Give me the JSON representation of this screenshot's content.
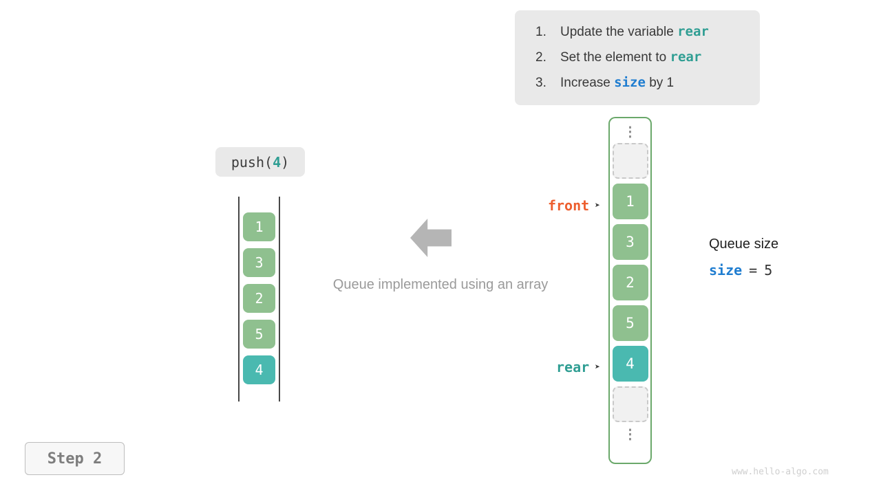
{
  "instructions": {
    "items": [
      {
        "num": "1.",
        "pre": "Update the variable ",
        "code": "rear",
        "post": ""
      },
      {
        "num": "2.",
        "pre": "Set the element to ",
        "code": "rear",
        "post": ""
      },
      {
        "num": "3.",
        "pre": "Increase ",
        "code": "size",
        "post": " by 1"
      }
    ]
  },
  "push_call": {
    "fn": "push(",
    "arg": "4",
    "close": ")"
  },
  "left_stack": {
    "items": [
      {
        "value": "1"
      },
      {
        "value": "3"
      },
      {
        "value": "2"
      },
      {
        "value": "5"
      },
      {
        "value": "4"
      }
    ]
  },
  "caption": "Queue implemented using an array",
  "array": {
    "ellipsis": "⋮",
    "cells": [
      {
        "value": "1"
      },
      {
        "value": "3"
      },
      {
        "value": "2"
      },
      {
        "value": "5"
      },
      {
        "value": "4"
      }
    ]
  },
  "pointers": {
    "front_label": "front",
    "rear_label": "rear",
    "arrow_glyph": "➤"
  },
  "queue_size": {
    "title": "Queue size",
    "var": "size",
    "equals": "=",
    "value": "5"
  },
  "step": {
    "label": "Step 2"
  },
  "watermark": "www.hello-algo.com",
  "colors": {
    "cell_green": "#8fc08f",
    "cell_teal": "#4ab9b0",
    "front_label": "#ed5f2f",
    "rear_label": "#2f9e93",
    "size_blue": "#1f7dd0",
    "card_bg": "#e9e9e9",
    "array_border": "#6aa86a"
  }
}
